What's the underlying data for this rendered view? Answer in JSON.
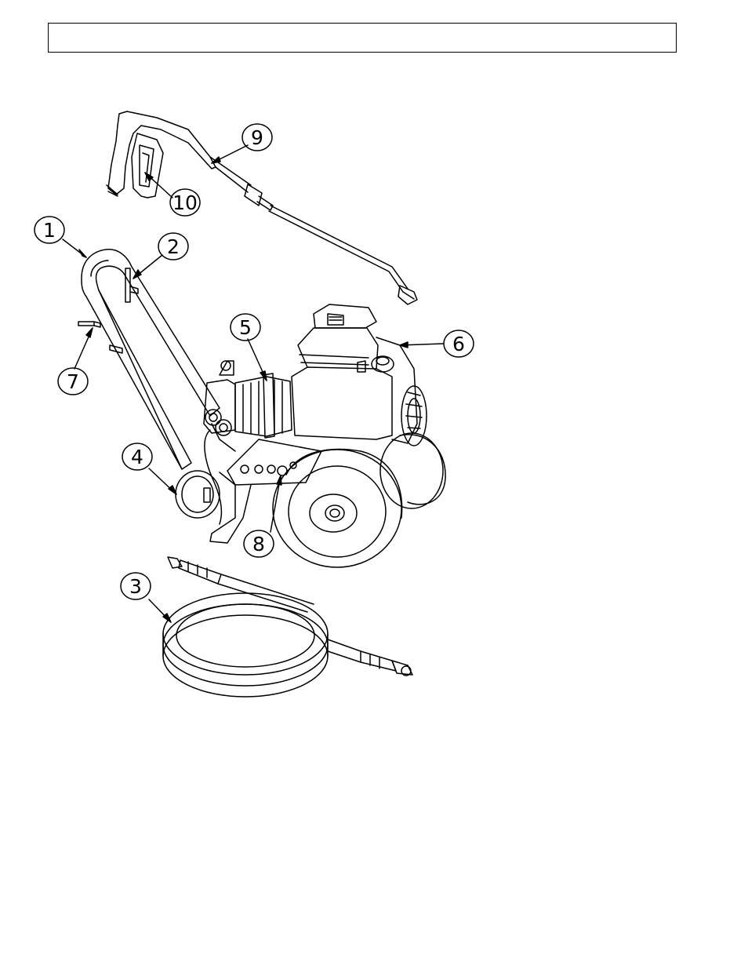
{
  "header": {
    "title": ""
  },
  "callouts": [
    {
      "label": "1"
    },
    {
      "label": "2"
    },
    {
      "label": "3"
    },
    {
      "label": "4"
    },
    {
      "label": "5"
    },
    {
      "label": "6"
    },
    {
      "label": "7"
    },
    {
      "label": "8"
    },
    {
      "label": "9"
    },
    {
      "label": "10"
    }
  ],
  "colors": {
    "ink": "#000000",
    "paper": "#ffffff"
  }
}
